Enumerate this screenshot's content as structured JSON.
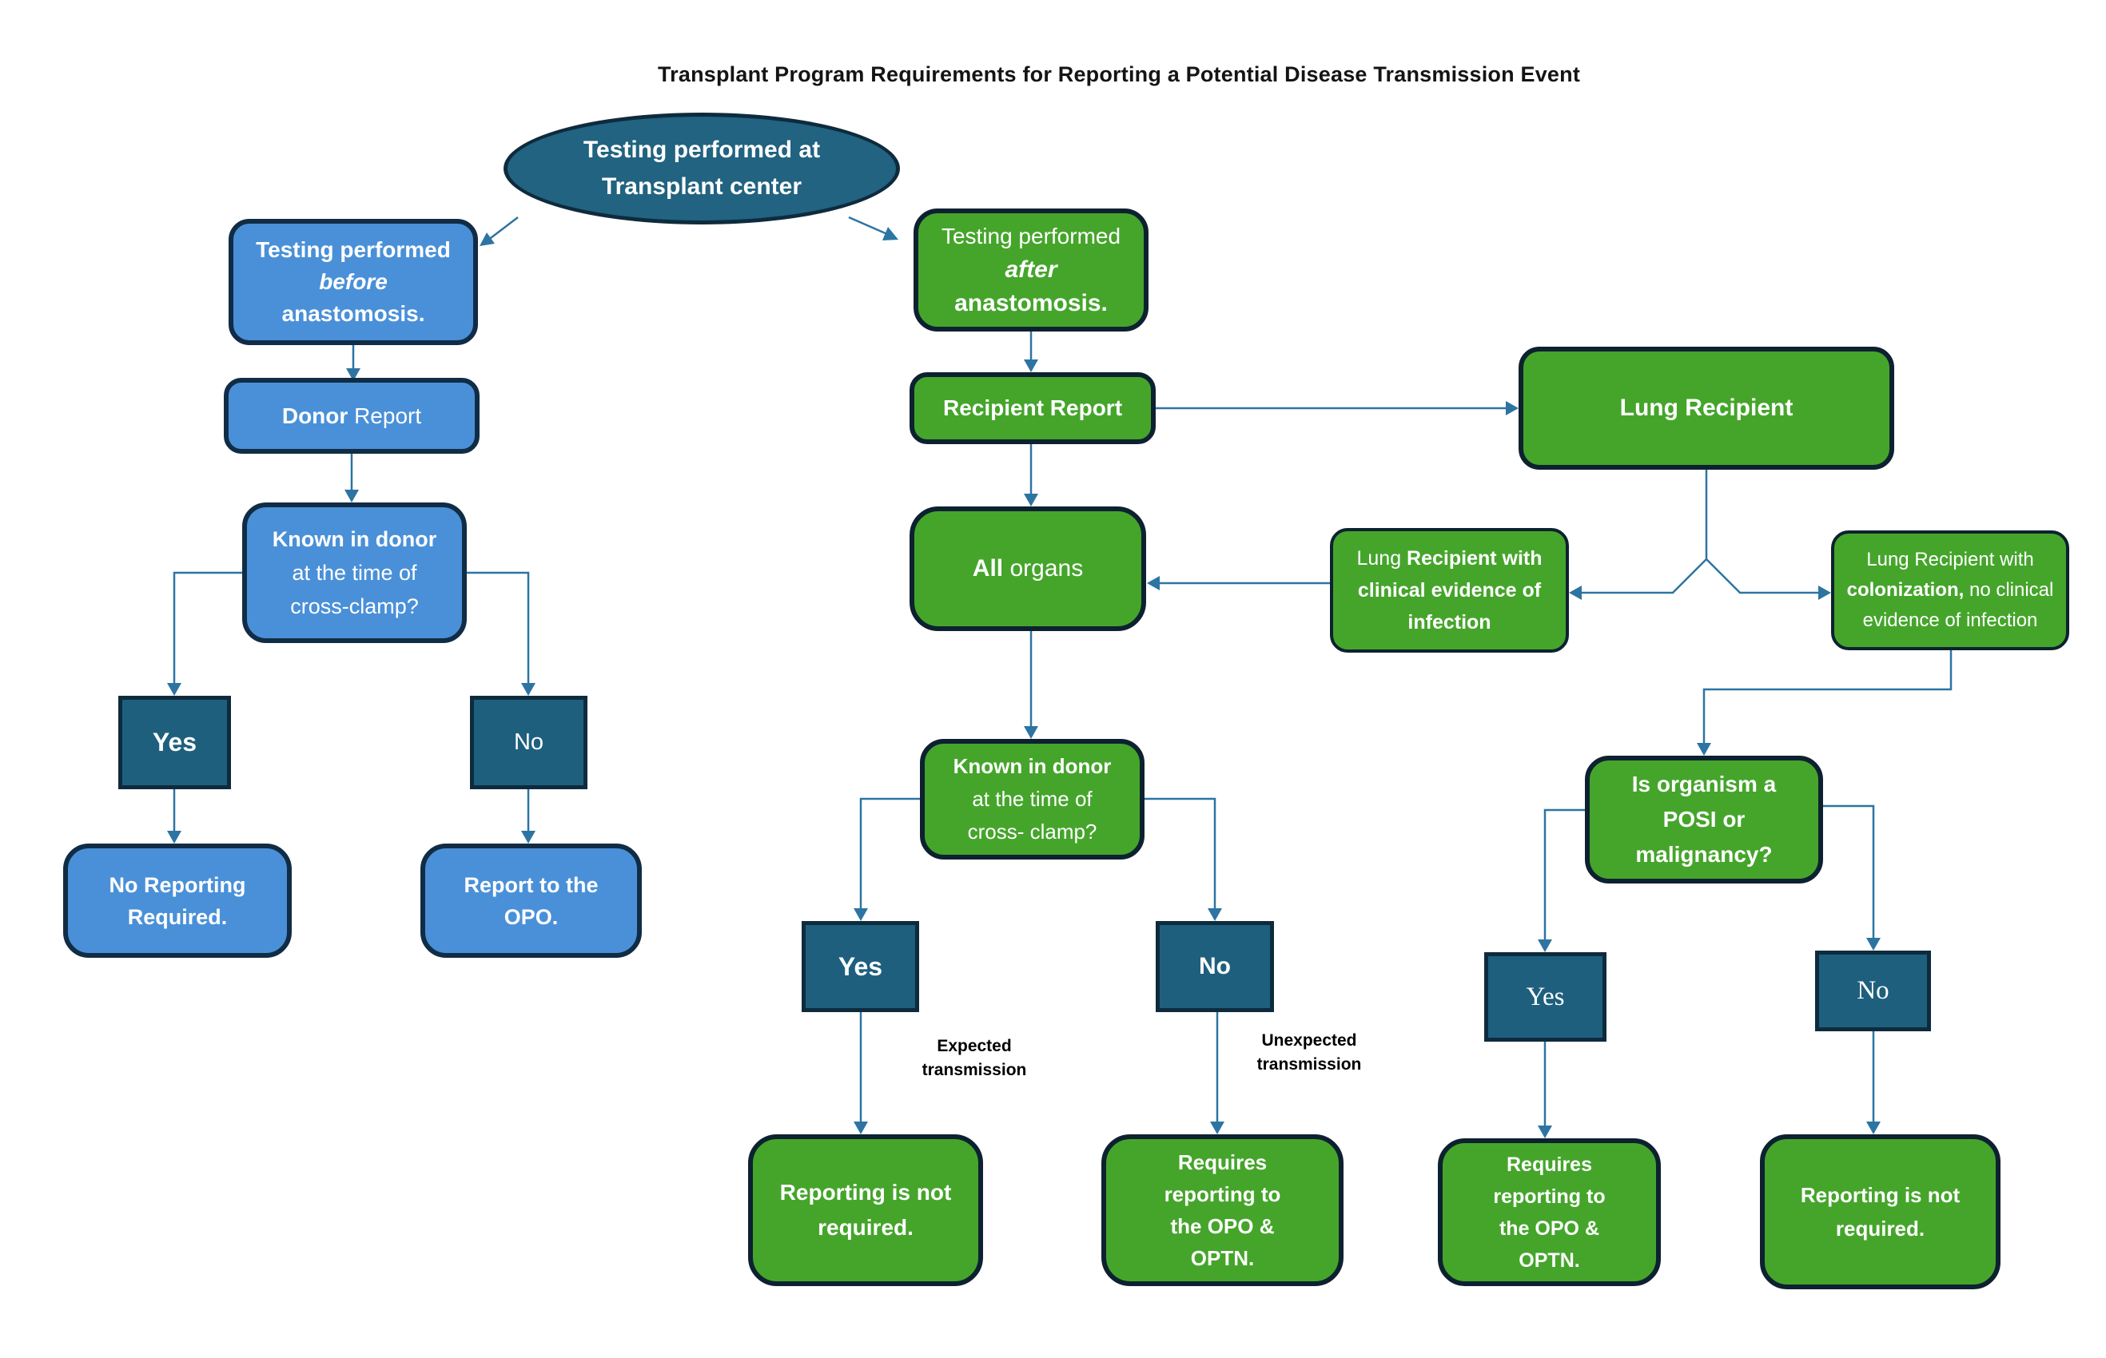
{
  "title": "Transplant Program Requirements for Reporting a Potential Disease Transmission Event",
  "colors": {
    "box_blue": "#4A90D8",
    "box_green": "#45A52B",
    "box_teal": "#1E5F7E",
    "border_dark": "#0E2B3D",
    "connector": "#2D74A3"
  },
  "nodes": {
    "root": {
      "l1": "Testing performed at",
      "l2": "Transplant center"
    },
    "before": {
      "l1": "Testing performed",
      "l2": "before",
      "l3": "anastomosis."
    },
    "donor_report": {
      "bold": "Donor",
      "rest": " Report"
    },
    "known_left": {
      "l1": "Known in donor",
      "l2": "at the time of",
      "l3": "cross-clamp?"
    },
    "yes_left": "Yes",
    "no_left": "No",
    "no_reporting_left": {
      "l1": "No Reporting",
      "l2": "Required."
    },
    "report_opo": {
      "l1": "Report to the",
      "l2": "OPO."
    },
    "after": {
      "l1": "Testing performed",
      "l2": "after",
      "l3": "anastomosis."
    },
    "recipient_report": "Recipient Report",
    "all_organs": {
      "bold": "All",
      "rest": " organs"
    },
    "known_mid": {
      "l1": "Known in donor",
      "l2": "at the time of",
      "l3": "cross- clamp?"
    },
    "yes_mid": "Yes",
    "no_mid": "No",
    "expected": {
      "l1": "Expected",
      "l2": "transmission"
    },
    "unexpected": {
      "l1": "Unexpected",
      "l2": "transmission"
    },
    "not_required_mid": {
      "l1": "Reporting is not",
      "l2": "required."
    },
    "requires_mid": {
      "l1": "Requires",
      "l2": "reporting to",
      "l3": "the OPO &",
      "l4": "OPTN."
    },
    "lung_recipient": "Lung Recipient",
    "lung_clinical": {
      "pre": "Lung",
      "bold": " Recipient with clinical evidence of infection"
    },
    "lung_colonization": {
      "pre": "Lung Recipient with ",
      "bold": "colonization,",
      "post": " no clinical evidence of infection"
    },
    "posi": {
      "l1": "Is organism a",
      "l2": "POSI or",
      "l3": "malignancy?"
    },
    "yes_right": "Yes",
    "no_right": "No",
    "requires_right": {
      "l1": "Requires",
      "l2": "reporting to",
      "l3": "the OPO &",
      "l4": "OPTN."
    },
    "not_required_right": {
      "l1": "Reporting is not",
      "l2": "required."
    }
  }
}
